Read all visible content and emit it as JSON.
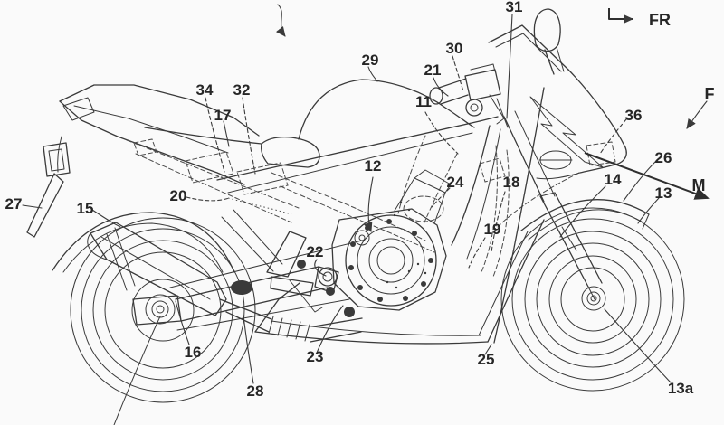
{
  "figure": {
    "kind": "patent line drawing",
    "subject": "Sport motorcycle, right-side elevation with numbered reference parts",
    "background_color": "#fafafa",
    "line_color": "#3a3a3a",
    "label_color": "#262626"
  },
  "direction_labels": {
    "front": "FR",
    "f": "F",
    "m": "M"
  },
  "part_labels": [
    "11",
    "12",
    "13",
    "13a",
    "14",
    "15",
    "16",
    "17",
    "18",
    "19",
    "20",
    "21",
    "22",
    "23",
    "24",
    "25",
    "26",
    "27",
    "28",
    "29",
    "30",
    "31",
    "32",
    "34",
    "36"
  ]
}
